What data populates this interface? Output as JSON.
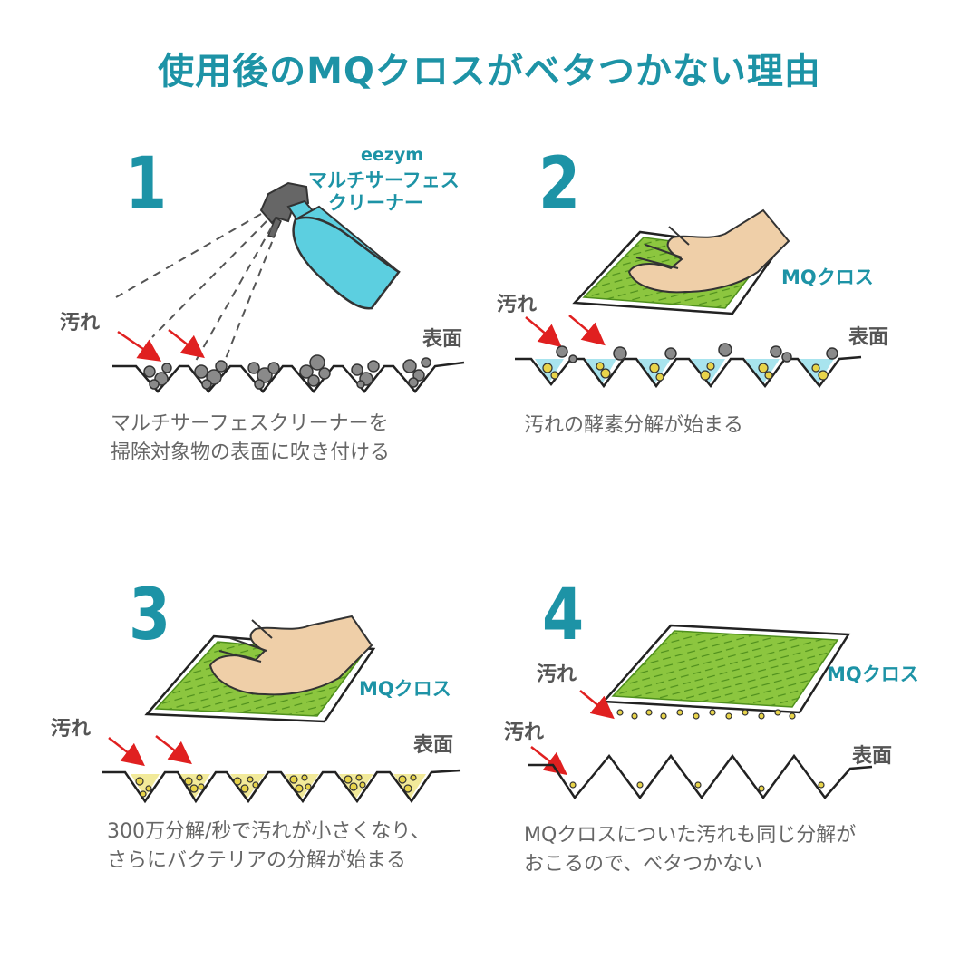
{
  "title": "使用後のMQクロスがベタつかない理由",
  "steps": [
    {
      "number": "1",
      "product": [
        "eezym",
        "マルチサーフェス",
        "クリーナー"
      ],
      "dirt_label": "汚れ",
      "surface_label": "表面",
      "caption": "マルチサーフェスクリーナーを\n掃除対象物の表面に吹き付ける"
    },
    {
      "number": "2",
      "cloth_label": "MQクロス",
      "dirt_label": "汚れ",
      "surface_label": "表面",
      "caption": "汚れの酵素分解が始まる"
    },
    {
      "number": "3",
      "cloth_label": "MQクロス",
      "dirt_label": "汚れ",
      "surface_label": "表面",
      "caption": "300万分解/秒で汚れが小さくなり、\nさらにバクテリアの分解が始まる"
    },
    {
      "number": "4",
      "cloth_label": "MQクロス",
      "dirt_label_cloth": "汚れ",
      "dirt_label": "汚れ",
      "surface_label": "表面",
      "caption": "MQクロスについた汚れも同じ分解が\nおこるので、ベタつかない"
    }
  ],
  "colors": {
    "accent": "#1d93a6",
    "bottle": "#5ccfe0",
    "cloth": "#8cc63f",
    "hand": "#efcfa8",
    "dirt_gray": "#8a8a8a",
    "dirt_yellow": "#e8d44a",
    "liquid": "#a8e4ee",
    "arrow": "#e02020"
  }
}
